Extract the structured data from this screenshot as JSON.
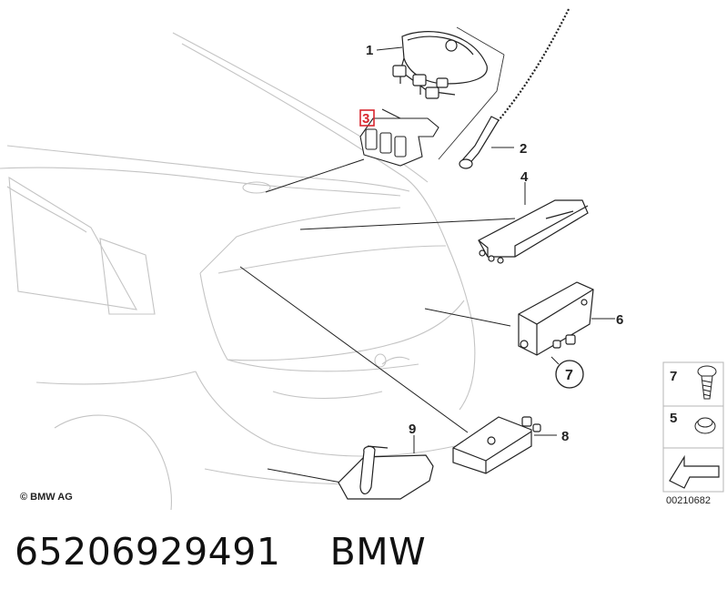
{
  "diagram": {
    "callouts": [
      "1",
      "2",
      "3",
      "4",
      "5",
      "6",
      "7",
      "8",
      "9"
    ],
    "legend_labels": [
      "7",
      "5"
    ],
    "highlight_color": "#d9262e",
    "line_color": "#9a9a9a",
    "ink_color": "#222222"
  },
  "footer": {
    "copyright": "© BMW AG",
    "doc_number": "00210682",
    "caption": "65206929491    BMW"
  }
}
